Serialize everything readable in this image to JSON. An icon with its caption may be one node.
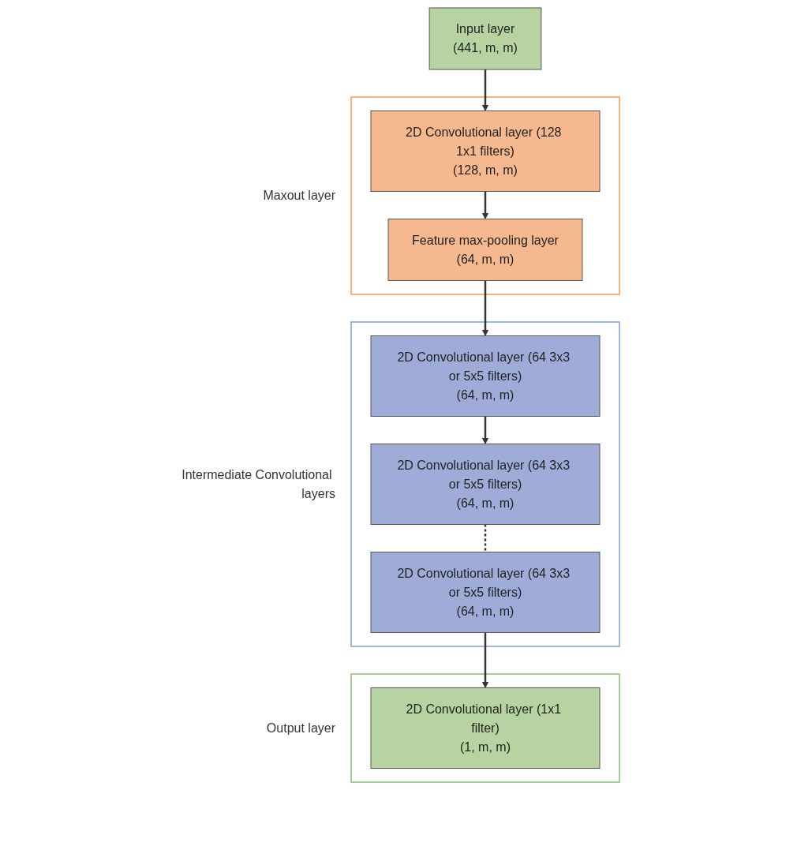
{
  "diagram": {
    "nodes": [
      {
        "text": [
          "Input layer",
          "(441, m, m)"
        ]
      },
      {
        "text": [
          "Maxout layer"
        ]
      },
      {
        "text": [
          "2D Convolutional layer (128 1x1 filters)",
          "(128, m, m)"
        ],
        "in": 1
      },
      {
        "text": [
          "Feature max-pooling layer",
          "(64, m, m)"
        ],
        "in": 1
      },
      {
        "text": [
          "Intermediate Convolutional layers"
        ]
      },
      {
        "text": [
          "2D Convolutional layer (64 3x3 or 5x5 filters)",
          "(64, m, m)"
        ],
        "in": 4
      },
      {
        "text": [
          "2D Convolutional layer (64 3x3 or 5x5 filters)",
          "(64, m, m)"
        ],
        "in": 4
      },
      {
        "text": [
          "2D Convolutional layer (64 3x3 or 5x5 filters)",
          "(64, m, m)"
        ],
        "in": 4
      },
      {
        "text": [
          "Output layer"
        ]
      },
      {
        "text": [
          "2D Convolutional layer (1x1 filter)",
          "(1, m, m)"
        ],
        "in": 8
      }
    ],
    "edges": [
      {
        "from": 0,
        "to": 2,
        "arrow": "to"
      },
      {
        "from": 2,
        "to": 3,
        "arrow": "to"
      },
      {
        "from": 3,
        "to": 5,
        "arrow": "to"
      },
      {
        "from": 5,
        "to": 6,
        "arrow": "to"
      },
      {
        "from": 6,
        "to": 7,
        "arrow": "none",
        "style": "dashed"
      },
      {
        "from": 7,
        "to": 9,
        "arrow": "to"
      }
    ]
  }
}
